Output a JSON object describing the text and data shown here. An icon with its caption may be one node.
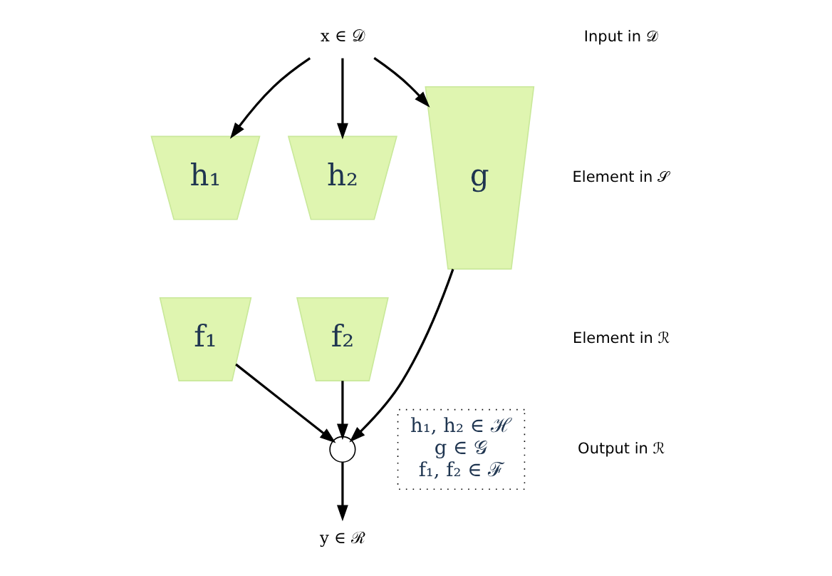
{
  "diagram": {
    "nodes": [
      {
        "text": [
          "x ∈ 𝒟"
        ]
      },
      {
        "text": [
          "h₁"
        ]
      },
      {
        "text": [
          "f₁"
        ]
      },
      {
        "text": [
          "h₂"
        ]
      },
      {
        "text": [
          "f₂"
        ]
      },
      {
        "text": [
          "g"
        ]
      },
      {
        "text": [],
        "shape": "circle"
      },
      {
        "text": [
          "y ∈ ℛ"
        ]
      },
      {
        "text": [
          "h₁, h₂ ∈ ℋ",
          "g ∈ 𝒢",
          "f₁, f₂ ∈ ℱ"
        ]
      }
    ],
    "edges": [
      {
        "from": 0,
        "to": 1,
        "arrow": "to"
      },
      {
        "from": 0,
        "to": 3,
        "arrow": "to"
      },
      {
        "from": 0,
        "to": 5,
        "arrow": "to"
      },
      {
        "from": 2,
        "to": 6,
        "arrow": "to"
      },
      {
        "from": 4,
        "to": 6,
        "arrow": "to"
      },
      {
        "from": 5,
        "to": 6,
        "arrow": "to"
      },
      {
        "from": 6,
        "to": 7,
        "arrow": "to"
      }
    ],
    "labels": [
      "Input in 𝒟",
      "Element in 𝒮",
      "Element in ℛ",
      "Output in ℛ"
    ]
  }
}
